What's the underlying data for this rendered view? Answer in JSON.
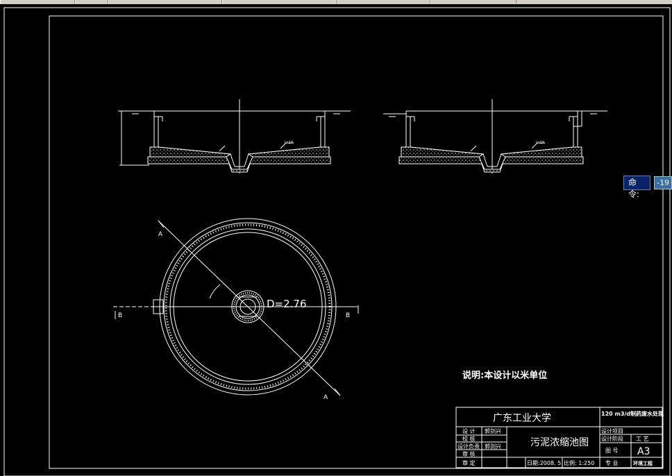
{
  "drawing": {
    "note": "说明:本设计以米单位",
    "diameter_label": "D=2.76",
    "section_labels": {
      "a_top": "A",
      "a_bottom": "A",
      "b_left": "B",
      "b_right": "B"
    },
    "slope_label_left": "i=1%",
    "slope_label_right": "i=1%"
  },
  "title_block": {
    "university": "广东工业大学",
    "drawing_name": "污泥浓缩池图",
    "project": "120 m3/d制药废水处理",
    "rows": [
      {
        "role": "设 计",
        "name": "郭剑兴"
      },
      {
        "role": "校 核",
        "name": ""
      },
      {
        "role": "设计负责",
        "name": "郭剑兴"
      },
      {
        "role": "审 核",
        "name": ""
      },
      {
        "role": "审 定",
        "name": ""
      }
    ],
    "right_labels": {
      "design_project": "设计项目",
      "design_stage": "设计阶段",
      "drawing_no": "图 号",
      "major": "专 业"
    },
    "right_values": {
      "stage": "工 艺",
      "size": "A3",
      "major": "环境工程"
    },
    "date": "日期:2008. 5",
    "scale": "比例: 1:250"
  },
  "command": {
    "label": "命令:",
    "value": "-19"
  },
  "colors": {
    "background": "#000000",
    "lines": "#ffffff",
    "command_bg": "#0a246a"
  }
}
